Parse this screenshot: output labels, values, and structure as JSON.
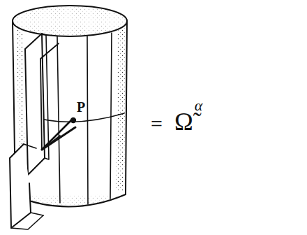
{
  "diagram": {
    "labels": [
      "P",
      "=",
      "Ω̃",
      "α"
    ]
  }
}
